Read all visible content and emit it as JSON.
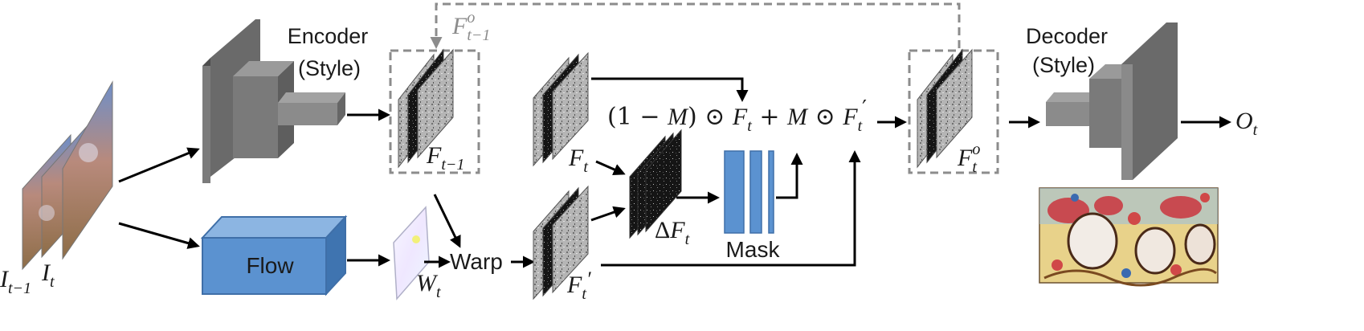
{
  "encoder": {
    "title": "Encoder",
    "subtitle": "(Style)"
  },
  "decoder": {
    "title": "Decoder",
    "subtitle": "(Style)"
  },
  "flow": {
    "label": "Flow"
  },
  "warp": {
    "label": "Warp"
  },
  "mask": {
    "label": "Mask"
  },
  "labels": {
    "input_prev": {
      "base": "I",
      "sub": "t−1"
    },
    "input_cur": {
      "base": "I",
      "sub": "t"
    },
    "feat_prev_out": {
      "base": "F",
      "sup": "o",
      "sub": "t−1"
    },
    "feat_prev": {
      "base": "F",
      "sub": "t−1"
    },
    "feat_cur": {
      "base": "F",
      "sub": "t"
    },
    "feat_warped": {
      "base": "F",
      "sub": "t",
      "prime": "′"
    },
    "flow_field": {
      "base": "W",
      "sub": "t"
    },
    "delta": {
      "prefix": "Δ",
      "base": "F",
      "sub": "t"
    },
    "feat_out": {
      "base": "F",
      "sup": "o",
      "sub": "t"
    },
    "output": {
      "base": "O",
      "sub": "t"
    }
  },
  "formula": {
    "open": "(1 − ",
    "m1": "M",
    "close": ") ⊙ ",
    "f1": "F",
    "f1_sub": "t",
    "plus": " + ",
    "m2": "M",
    "odot": " ⊙ ",
    "f2": "F",
    "f2_sub": "t",
    "f2_prime": "′"
  },
  "colors": {
    "encoder_dark": "#5e5e5e",
    "encoder_mid": "#7a7a7a",
    "encoder_light": "#9a9a9a",
    "flow_front": "#5b92d0",
    "flow_top": "#8cb5e2",
    "flow_side": "#3f74b0",
    "mask_bar": "#5b92d0",
    "dashed_box": "#8c8c8c"
  }
}
